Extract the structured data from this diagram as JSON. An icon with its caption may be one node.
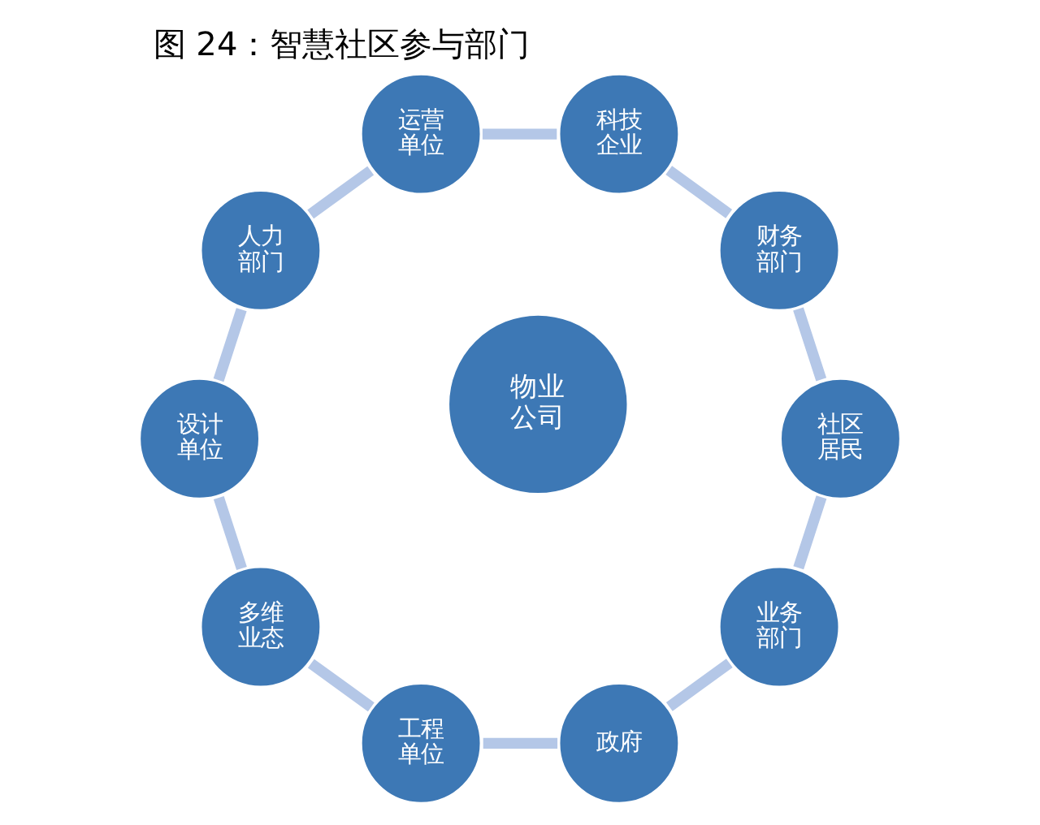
{
  "diagram": {
    "title": "图 24：智慧社区参与部门",
    "nodes": [
      {
        "text": [
          "物业公司"
        ]
      },
      {
        "text": [
          "业务部门"
        ]
      },
      {
        "text": [
          "政府"
        ]
      },
      {
        "text": [
          "工程单位"
        ]
      },
      {
        "text": [
          "多维业态"
        ]
      },
      {
        "text": [
          "设计单位"
        ]
      },
      {
        "text": [
          "人力部门"
        ]
      },
      {
        "text": [
          "运营单位"
        ]
      },
      {
        "text": [
          "科技企业"
        ]
      },
      {
        "text": [
          "财务部门"
        ]
      },
      {
        "text": [
          "社区居民"
        ]
      }
    ],
    "edges": [
      {
        "from": 1,
        "to": 2,
        "arrow": "none"
      },
      {
        "from": 2,
        "to": 3,
        "arrow": "none"
      },
      {
        "from": 3,
        "to": 4,
        "arrow": "none"
      },
      {
        "from": 4,
        "to": 5,
        "arrow": "none"
      },
      {
        "from": 5,
        "to": 6,
        "arrow": "none"
      },
      {
        "from": 6,
        "to": 7,
        "arrow": "none"
      },
      {
        "from": 7,
        "to": 8,
        "arrow": "none"
      },
      {
        "from": 8,
        "to": 9,
        "arrow": "none"
      },
      {
        "from": 9,
        "to": 10,
        "arrow": "none"
      },
      {
        "from": 10,
        "to": 1,
        "arrow": "none"
      }
    ]
  }
}
